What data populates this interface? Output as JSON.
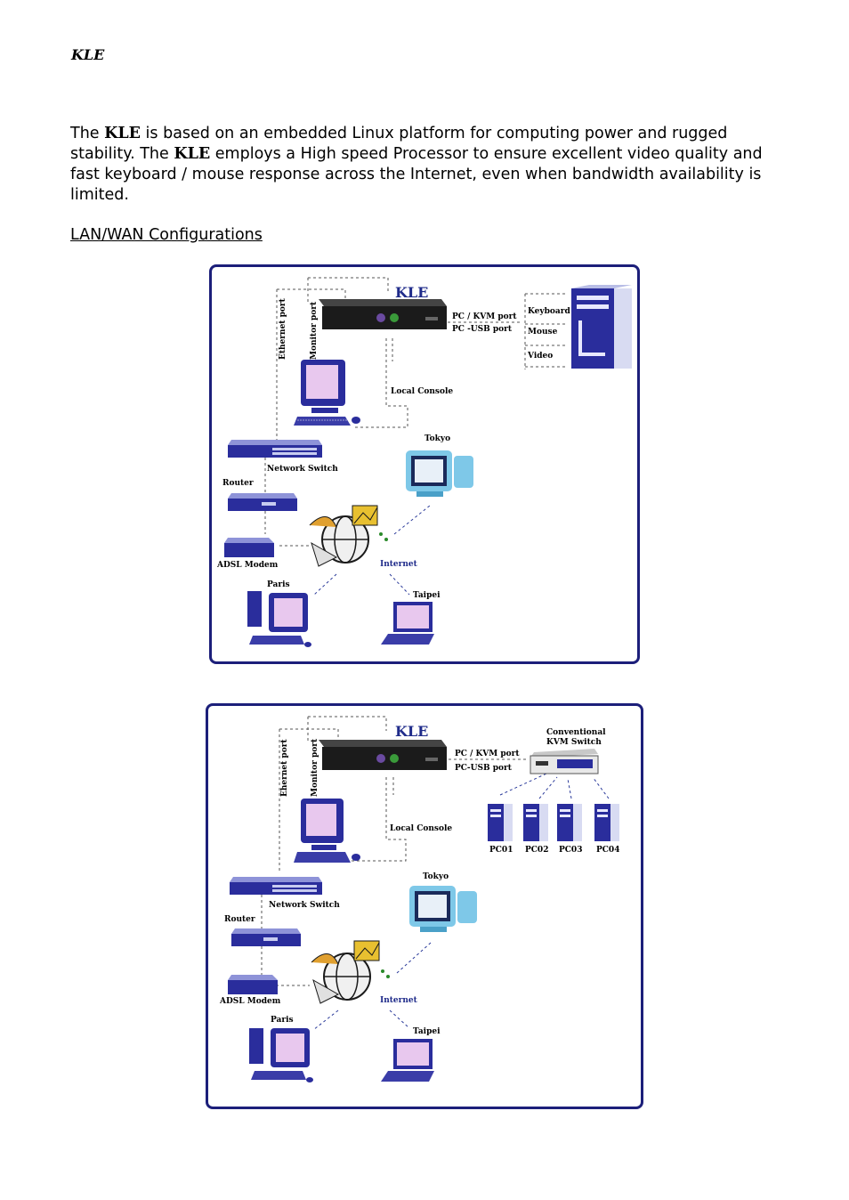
{
  "header": {
    "title": "KLE"
  },
  "intro": {
    "t1": "The ",
    "b1": "KLE",
    "t2": " is based on an embedded Linux platform for computing power and rugged stability. The ",
    "b2": "KLE",
    "t3": " employs a High speed Processor to ensure excellent video quality and fast keyboard / mouse response across the Internet, even when bandwidth availability is limited."
  },
  "section": {
    "title": "LAN/WAN Configurations"
  },
  "diagram1": {
    "device": "KLE",
    "ethernet_port": "Ethernet port",
    "monitor_port": "Monitor port",
    "pc_kvm_port": "PC / KVM port",
    "pc_usb_port": "PC -USB port",
    "keyboard": "Keyboard",
    "mouse": "Mouse",
    "video": "Video",
    "local_console": "Local Console",
    "tokyo": "Tokyo",
    "network_switch": "Network Switch",
    "router": "Router",
    "adsl_modem": "ADSL Modem",
    "internet": "Internet",
    "paris": "Paris",
    "taipei": "Taipei"
  },
  "diagram2": {
    "device": "KLE",
    "ethernet_port": "Ehernet port",
    "monitor_port": "Monitor port",
    "pc_kvm_port": "PC / KVM port",
    "pc_usb_port": "PC-USB port",
    "kvm_switch_line1": "Conventional",
    "kvm_switch_line2": "KVM Switch",
    "pcs": [
      "PC01",
      "PC02",
      "PC03",
      "PC04"
    ],
    "local_console": "Local Console",
    "tokyo": "Tokyo",
    "network_switch": "Network Switch",
    "router": "Router",
    "adsl_modem": "ADSL Modem",
    "internet": "Internet",
    "paris": "Paris",
    "taipei": "Taipei"
  }
}
